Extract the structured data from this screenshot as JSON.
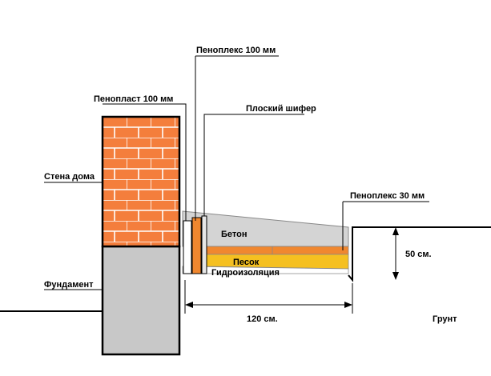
{
  "labels": {
    "penoplex_100": "Пеноплекс 100 мм",
    "penoplast_100": "Пенопласт 100 мм",
    "flat_slate": "Плоский шифер",
    "house_wall": "Стена дома",
    "penoplex_30": "Пеноплекс  30 мм",
    "concrete": "Бетон",
    "sand": "Песок",
    "waterproofing": "Гидроизоляция",
    "foundation": "Фундамент",
    "height_dim": "50 см.",
    "width_dim": "120 см.",
    "ground": "Грунт"
  },
  "colors": {
    "brick": "#f47e3c",
    "brick_mortar": "#ffffff",
    "foundation": "#c8c8c8",
    "concrete": "#d4d4d4",
    "foam": "#f0872f",
    "sand": "#f5c020",
    "waterproofing": "#ffffff",
    "outline": "#000000"
  }
}
